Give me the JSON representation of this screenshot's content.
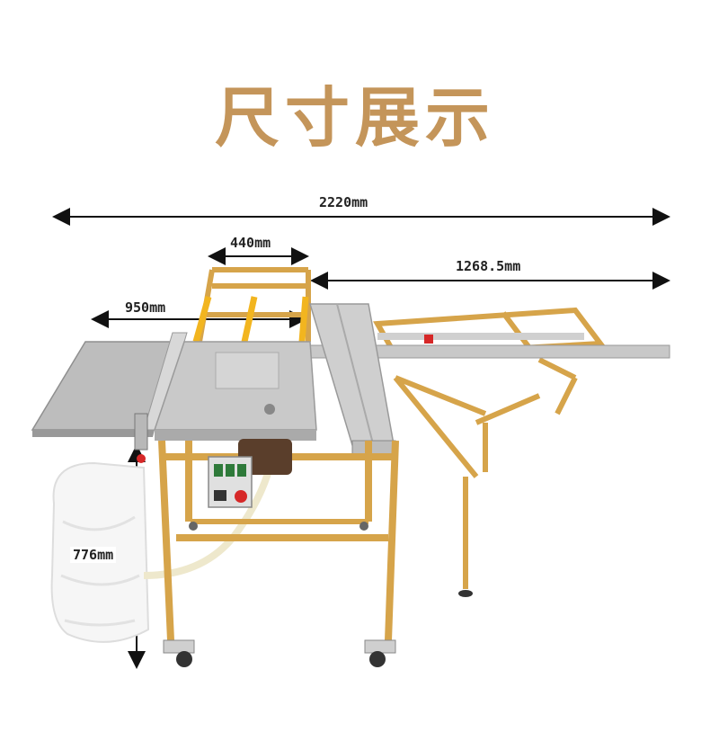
{
  "title": "尺寸展示",
  "dimensions": {
    "total_length": "2220mm",
    "frame_width": "440mm",
    "extension_length": "1268.5mm",
    "table_width": "950mm",
    "height": "776mm"
  },
  "colors": {
    "title": "#c4955a",
    "frame": "#d6a44a",
    "aluminum": "#c8c8c8",
    "arrow": "#111111"
  }
}
